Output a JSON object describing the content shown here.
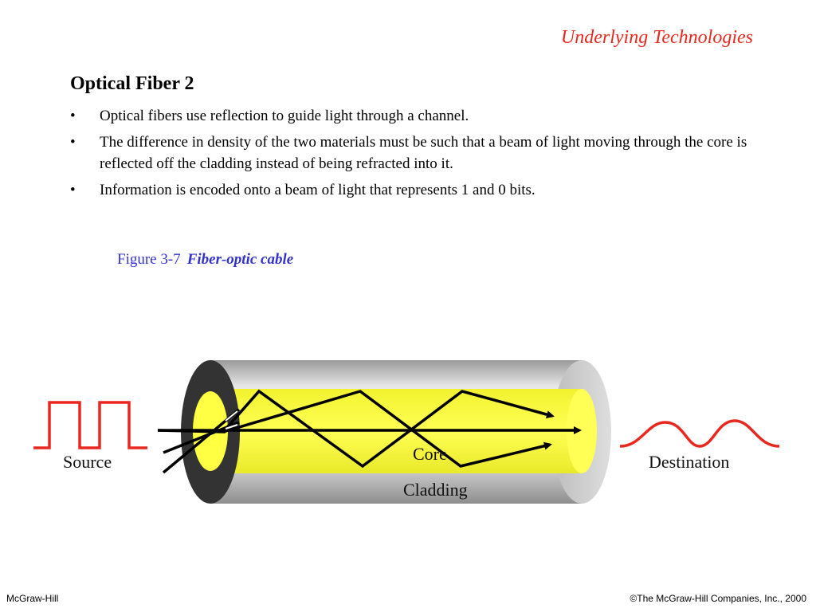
{
  "header": {
    "title": "Underlying Technologies"
  },
  "slide": {
    "title": "Optical Fiber 2",
    "bullet_glyph": "•",
    "bullets": [
      "Optical fibers use reflection to guide light through a channel.",
      "The difference in density of the two materials must be such that a beam of light moving through the core is reflected off the cladding instead of being refracted into it.",
      "Information is encoded onto a beam of light that represents 1 and 0 bits."
    ]
  },
  "figure": {
    "number": "Figure  3-7",
    "name": "Fiber-optic cable",
    "labels": {
      "source": "Source",
      "core": "Core",
      "cladding": "Cladding",
      "destination": "Destination"
    }
  },
  "footer": {
    "left": "McGraw-Hill",
    "right": "©The McGraw-Hill Companies, Inc., 2000"
  },
  "colors": {
    "header": "#e8281e",
    "caption": "#3333cc",
    "signal": "#e8281e",
    "core": "#ffff44",
    "cladding": "#c8c8c8"
  }
}
